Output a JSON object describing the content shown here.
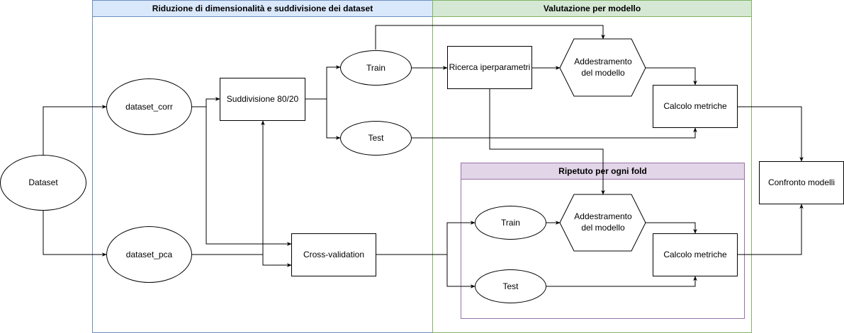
{
  "lanes": {
    "reduction": {
      "title": "Riduzione di dimensionalità e suddivisione dei dataset",
      "header_color": "#dae8fc",
      "border_color": "#6c8ebf"
    },
    "evaluation": {
      "title": "Valutazione per modello",
      "header_color": "#d5e8d4",
      "border_color": "#82b366"
    },
    "fold": {
      "title": "Ripetuto per ogni fold",
      "header_color": "#e1d5e7",
      "border_color": "#9673a6"
    }
  },
  "nodes": {
    "dataset": "Dataset",
    "dataset_corr": "dataset_corr",
    "dataset_pca": "dataset_pca",
    "split": "Suddivisione 80/20",
    "cross_validation": "Cross-validation",
    "train_top": "Train",
    "test_top": "Test",
    "hyperparam_search": "Ricerca iperparametri",
    "training_top": "Addestramento del modello",
    "metrics_top": "Calcolo metriche",
    "train_fold": "Train",
    "test_fold": "Test",
    "training_fold": "Addestramento del modello",
    "metrics_fold": "Calcolo metriche",
    "compare": "Confronto modelli"
  }
}
